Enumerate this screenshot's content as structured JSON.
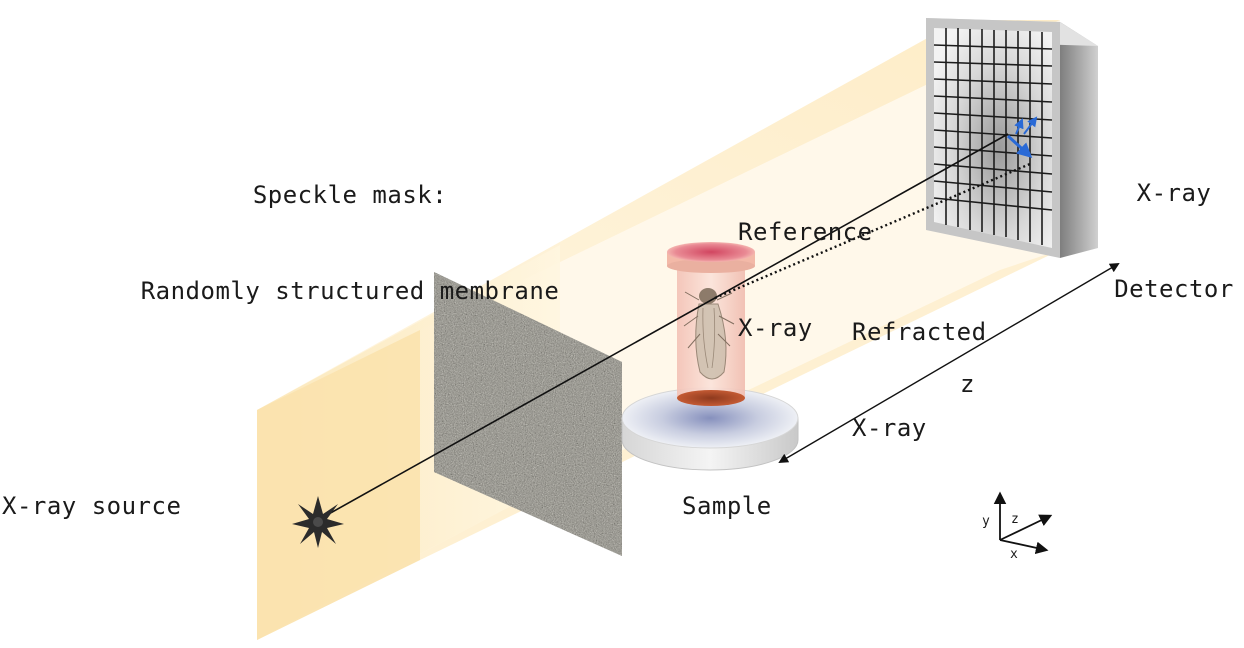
{
  "labels": {
    "speckle_mask_line1": "Speckle mask:",
    "speckle_mask_line2": "Randomly structured membrane",
    "reference_line1": "Reference",
    "reference_line2": "X-ray",
    "detector_line1": "X-ray",
    "detector_line2": "Detector",
    "refracted_line1": "Refracted",
    "refracted_line2": "X-ray",
    "z_distance": "z",
    "source": "X-ray source",
    "sample": "Sample"
  },
  "axes": {
    "x": "x",
    "y": "y",
    "z": "z"
  },
  "colors": {
    "beam_fill": "#fdebc0",
    "beam_edge": "#f3d79a",
    "membrane": "#8a8a86",
    "detector_frame": "#b9b9b9",
    "grid_lines": "#1c1c1c",
    "displacement_arrow": "#2a6ad6",
    "cap_red": "#d14a5c",
    "sample_tube": "#f6cfc3",
    "stage_top": "#e6e8ef",
    "stage_glow": "#8e98c0",
    "ray": "#111111"
  }
}
